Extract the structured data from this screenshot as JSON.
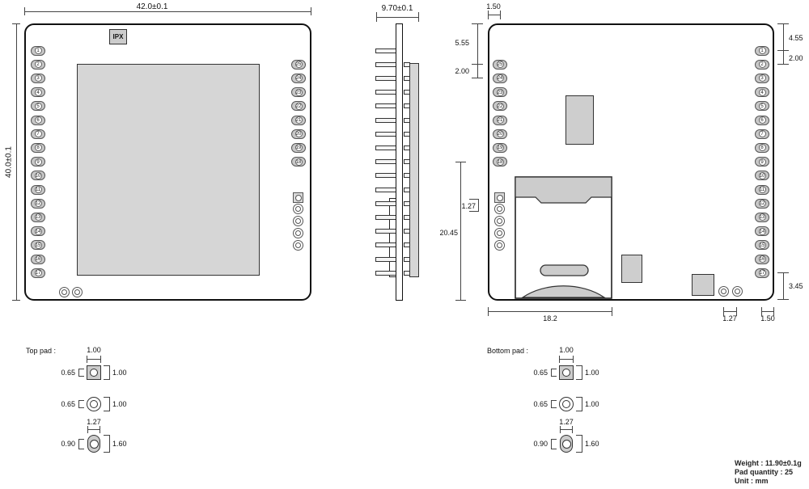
{
  "top_view": {
    "width_dim": "42.0±0.1",
    "height_dim": "40.0±0.1",
    "connector_label": "IPX",
    "left_pins": [
      1,
      2,
      3,
      4,
      5,
      6,
      7,
      8,
      9,
      10,
      11,
      12,
      13,
      14,
      15,
      16,
      17
    ],
    "right_pins": [
      25,
      24,
      23,
      22,
      21,
      20,
      19,
      18
    ]
  },
  "side_view": {
    "thickness_dim": "9.70±0.1"
  },
  "bottom_view": {
    "left_pins": [
      25,
      24,
      23,
      22,
      21,
      20,
      19,
      18
    ],
    "right_pins": [
      1,
      2,
      3,
      4,
      5,
      6,
      7,
      8,
      9,
      10,
      11,
      12,
      13,
      14,
      15,
      16,
      17
    ],
    "dims": {
      "edge_to_pin": "1.50",
      "top_to_pin25": "5.55",
      "pin_pitch_left": "2.00",
      "top_to_pin1": "4.55",
      "pin_pitch_right": "2.00",
      "via_pitch": "1.27",
      "sim_height": "20.45",
      "sim_width": "18.2",
      "hole_pitch": "1.27",
      "edge_to_hole": "1.50",
      "pin17_to_edge": "3.45"
    }
  },
  "top_pad": {
    "label": "Top pad :",
    "rows": [
      {
        "top": "1.00",
        "left": "0.65",
        "right": "1.00"
      },
      {
        "left": "0.65",
        "right": "1.00"
      },
      {
        "top": "1.27",
        "left": "0.90",
        "right": "1.60"
      }
    ]
  },
  "bottom_pad": {
    "label": "Bottom pad :",
    "rows": [
      {
        "top": "1.00",
        "left": "0.65",
        "right": "1.00"
      },
      {
        "left": "0.65",
        "right": "1.00"
      },
      {
        "top": "1.27",
        "left": "0.90",
        "right": "1.60"
      }
    ]
  },
  "info": {
    "weight": "Weight : 11.90±0.1g",
    "pad_quantity": "Pad quantity : 25",
    "unit": "Unit : mm"
  },
  "colors": {
    "fill_gray": "#d6d6d6",
    "line": "#444444",
    "outline": "#111111"
  }
}
